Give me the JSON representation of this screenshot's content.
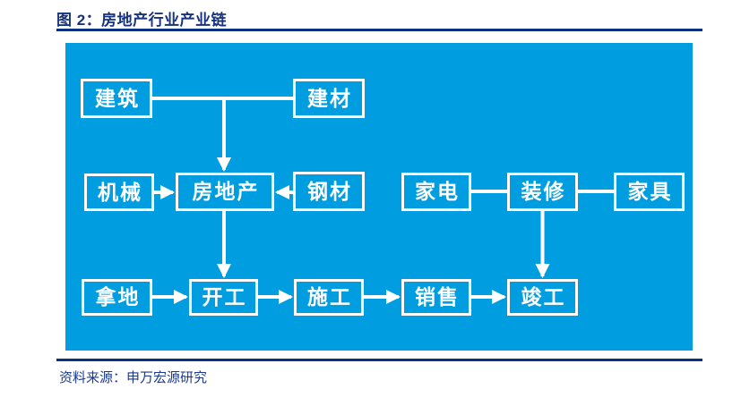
{
  "figure": {
    "title": "图 2：房地产行业产业链",
    "source": "资料来源：申万宏源研究"
  },
  "colors": {
    "panel_background": "#009EE0",
    "title_text": "#17337F",
    "rule": "#0A3184",
    "node_border": "#FFFFFF",
    "node_text": "#FFFFFF",
    "source_text": "#1B3A8F"
  },
  "diagram": {
    "nodes": [
      {
        "id": "jianzhu",
        "label": "建筑"
      },
      {
        "id": "jiancai",
        "label": "建材"
      },
      {
        "id": "jixie",
        "label": "机械"
      },
      {
        "id": "fangdichan",
        "label": "房地产"
      },
      {
        "id": "gangcai",
        "label": "钢材"
      },
      {
        "id": "jiadian",
        "label": "家电"
      },
      {
        "id": "zhuangxiu",
        "label": "装修"
      },
      {
        "id": "jiaju",
        "label": "家具"
      },
      {
        "id": "nadi",
        "label": "拿地"
      },
      {
        "id": "kaigong",
        "label": "开工"
      },
      {
        "id": "shigong",
        "label": "施工"
      },
      {
        "id": "xiaoshou",
        "label": "销售"
      },
      {
        "id": "jungong",
        "label": "竣工"
      }
    ],
    "edges": [
      {
        "from": "建筑",
        "to": "建材",
        "type": "line"
      },
      {
        "from": "建筑+建材",
        "to": "房地产",
        "type": "arrow"
      },
      {
        "from": "机械",
        "to": "房地产",
        "type": "arrow"
      },
      {
        "from": "钢材",
        "to": "房地产",
        "type": "arrow"
      },
      {
        "from": "房地产",
        "to": "开工",
        "type": "arrow"
      },
      {
        "from": "家电",
        "to": "装修",
        "type": "line"
      },
      {
        "from": "装修",
        "to": "家具",
        "type": "line"
      },
      {
        "from": "装修",
        "to": "竣工",
        "type": "arrow"
      },
      {
        "from": "拿地",
        "to": "开工",
        "type": "arrow"
      },
      {
        "from": "开工",
        "to": "施工",
        "type": "arrow"
      },
      {
        "from": "施工",
        "to": "销售",
        "type": "arrow"
      },
      {
        "from": "销售",
        "to": "竣工",
        "type": "arrow"
      }
    ]
  }
}
